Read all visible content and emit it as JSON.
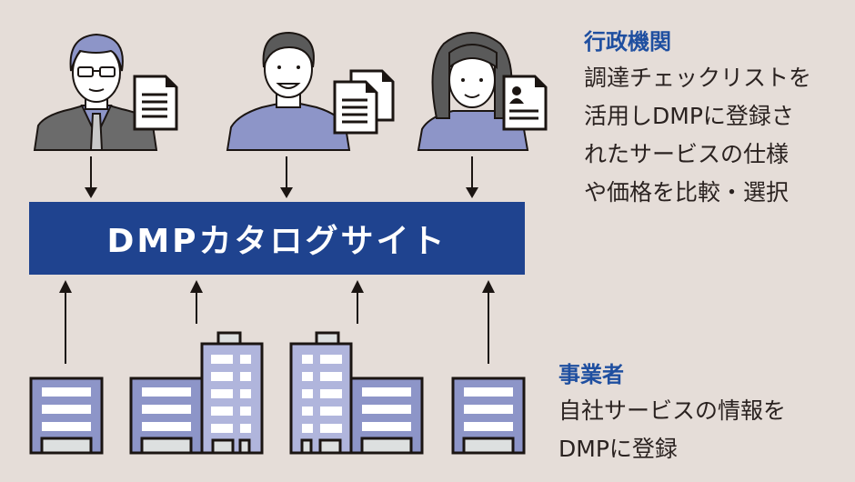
{
  "banner": {
    "label": "DMPカタログサイト"
  },
  "government": {
    "title": "行政機関",
    "lines": [
      "調達チェックリストを",
      "活用しDMPに登録さ",
      "れたサービスの仕様",
      "や価格を比較・選択"
    ]
  },
  "business": {
    "title": "事業者",
    "lines": [
      "自社サービスの情報を",
      "DMPに登録"
    ]
  },
  "colors": {
    "background": "#e5ddd8",
    "banner": "#1f438f",
    "accent_text": "#1f4fa0",
    "building": "#8d95c8",
    "building_light": "#b0b5dc"
  },
  "figures": {
    "people": [
      "official-with-glasses-and-document",
      "man-with-documents",
      "woman-with-resume"
    ],
    "buildings": [
      "small-office",
      "two-building-office",
      "two-building-office",
      "small-office"
    ]
  }
}
